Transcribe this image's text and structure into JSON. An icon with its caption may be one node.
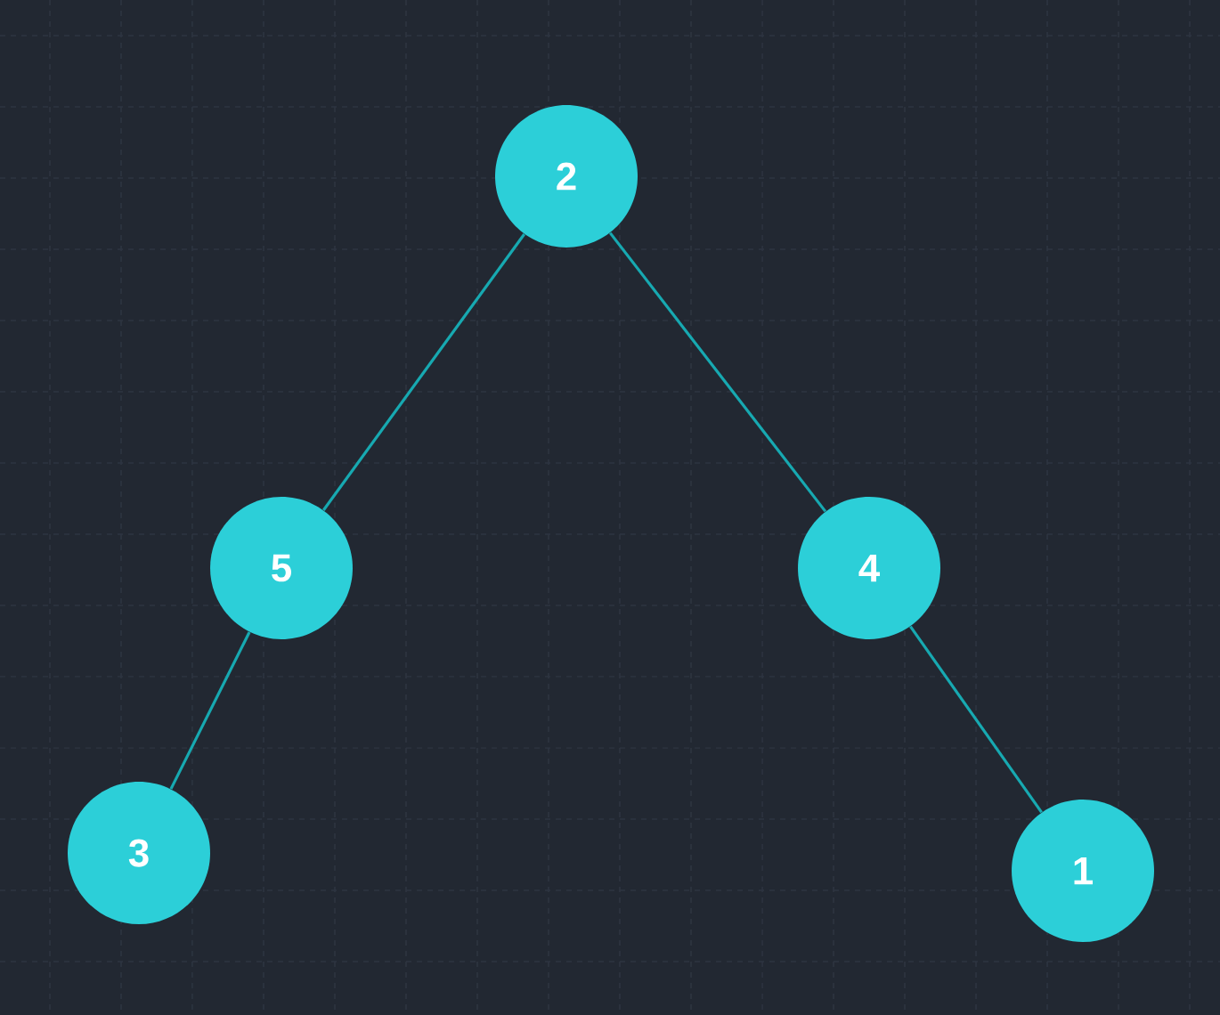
{
  "diagram": {
    "nodes": [
      {
        "text": [
          "2"
        ]
      },
      {
        "text": [
          "5"
        ]
      },
      {
        "text": [
          "4"
        ]
      },
      {
        "text": [
          "3"
        ]
      },
      {
        "text": [
          "1"
        ]
      }
    ],
    "edges": [
      {
        "from": 0,
        "to": 1,
        "arrow": "none"
      },
      {
        "from": 0,
        "to": 2,
        "arrow": "none"
      },
      {
        "from": 1,
        "to": 3,
        "arrow": "none"
      },
      {
        "from": 2,
        "to": 4,
        "arrow": "none"
      }
    ]
  }
}
